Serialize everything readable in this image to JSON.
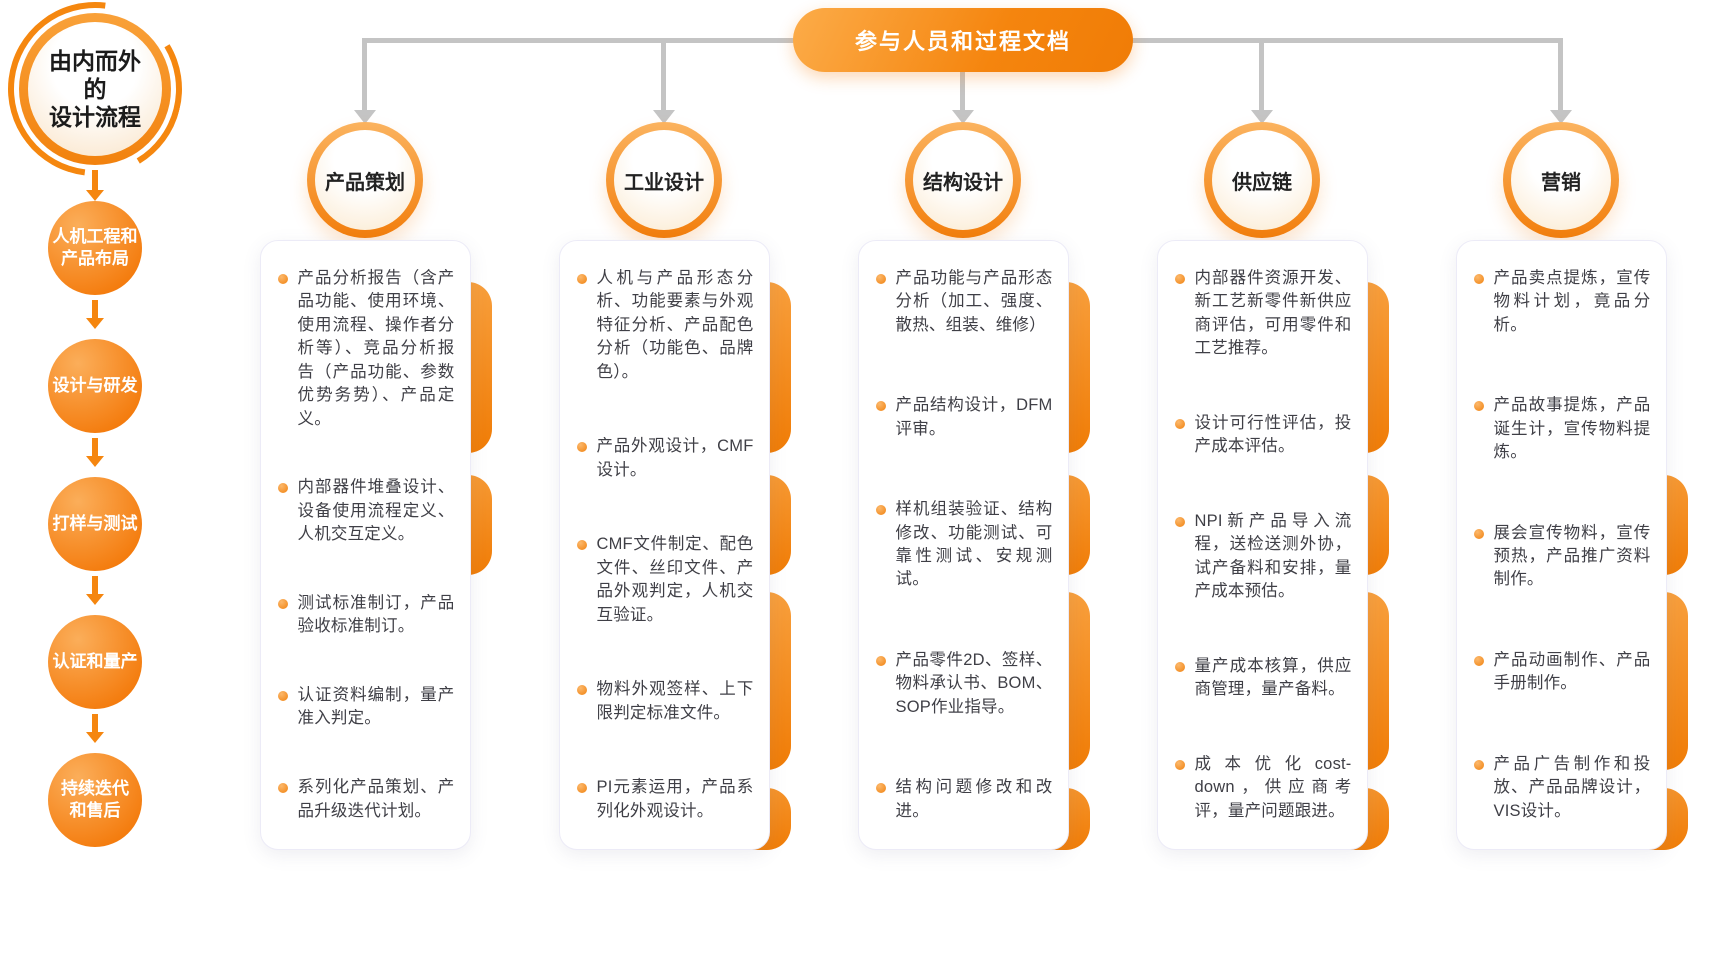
{
  "colors": {
    "accent_orange": "#F5860F",
    "orange_light": "#FBAD52",
    "connector_gray": "#c4c4c4",
    "card_background": "#ffffff",
    "text_dark": "#3f3f46"
  },
  "title_badge": {
    "label": "由内而外\n的\n设计流程"
  },
  "left_flow": {
    "steps": [
      {
        "label": "人机工程和\n产品布局"
      },
      {
        "label": "设计与研发"
      },
      {
        "label": "打样与测试"
      },
      {
        "label": "认证和量产"
      },
      {
        "label": "持续迭代\n和售后"
      }
    ]
  },
  "banner": {
    "label": "参与人员和过程文档"
  },
  "columns": [
    {
      "title": "产品策划",
      "items": [
        "产品分析报告（含产品功能、使用环境、使用流程、操作者分析等）、竞品分析报告（产品功能、参数优势务势）、产品定义。",
        "内部器件堆叠设计、设备使用流程定义、人机交互定义。",
        "测试标准制订，产品验收标准制订。",
        "认证资料编制，量产准入判定。",
        "系列化产品策划、产品升级迭代计划。"
      ]
    },
    {
      "title": "工业设计",
      "items": [
        "人机与产品形态分析、功能要素与外观特征分析、产品配色分析（功能色、品牌色）。",
        "产品外观设计，CMF设计。",
        "CMF文件制定、配色文件、丝印文件、产品外观判定，人机交互验证。",
        "物料外观签样、上下限判定标准文件。",
        "PI元素运用，产品系列化外观设计。"
      ]
    },
    {
      "title": "结构设计",
      "items": [
        "产品功能与产品形态分析（加工、强度、散热、组装、维修）",
        "产品结构设计，DFM评审。",
        "样机组装验证、结构修改、功能测试、可靠性测试、安规测试。",
        "产品零件2D、签样、物料承认书、BOM、SOP作业指导。",
        "结构问题修改和改进。"
      ]
    },
    {
      "title": "供应链",
      "items": [
        "内部器件资源开发、新工艺新零件新供应商评估，可用零件和工艺推荐。",
        "设计可行性评估，投产成本评估。",
        "NPI新产品导入流程，送检送测外协，试产备料和安排，量产成本预估。",
        "量产成本核算，供应商管理，量产备料。",
        "成本优化cost-down，供应商考评，量产问题跟进。"
      ]
    },
    {
      "title": "营销",
      "items": [
        "产品卖点提炼，宣传物料计划，竟品分析。",
        "产品故事提炼，产品诞生计，宣传物料提炼。",
        "展会宣传物料，宣传预热，产品推广资料制作。",
        "产品动画制作、产品手册制作。",
        "产品广告制作和投放、产品品牌设计，VIS设计。"
      ]
    }
  ]
}
